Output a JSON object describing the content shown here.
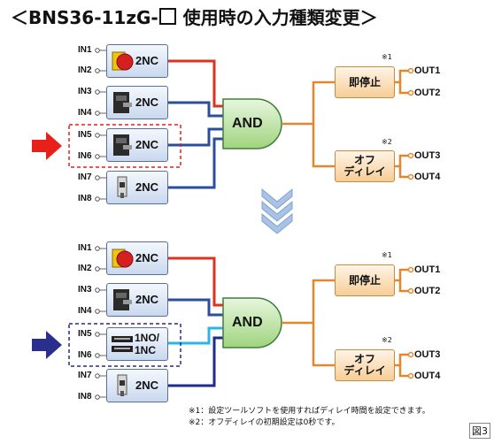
{
  "title": {
    "prefix": "＜BNS36-11zG-",
    "suffix": " 使用時の入力種類変更＞"
  },
  "top": {
    "inputs": [
      {
        "a": "IN1",
        "b": "IN2",
        "module": "2NC",
        "device": "estop-button"
      },
      {
        "a": "IN3",
        "b": "IN4",
        "module": "2NC",
        "device": "interlock-switch"
      },
      {
        "a": "IN5",
        "b": "IN6",
        "module": "2NC",
        "device": "interlock-switch"
      },
      {
        "a": "IN7",
        "b": "IN8",
        "module": "2NC",
        "device": "key-switch"
      }
    ],
    "and": "AND",
    "outputs": [
      {
        "label": "即停止",
        "note": "※1",
        "out_a": "OUT1",
        "out_b": "OUT2"
      },
      {
        "label_line1": "オフ",
        "label_line2": "ディレイ",
        "note": "※2",
        "out_a": "OUT3",
        "out_b": "OUT4"
      }
    ]
  },
  "bottom": {
    "inputs": [
      {
        "a": "IN1",
        "b": "IN2",
        "module": "2NC",
        "device": "estop-button"
      },
      {
        "a": "IN3",
        "b": "IN4",
        "module": "2NC",
        "device": "interlock-switch"
      },
      {
        "a": "IN5",
        "b": "IN6",
        "module_line1": "1NO/",
        "module_line2": "1NC",
        "device": "light-curtain"
      },
      {
        "a": "IN7",
        "b": "IN8",
        "module": "2NC",
        "device": "key-switch"
      }
    ],
    "and": "AND",
    "outputs": [
      {
        "label": "即停止",
        "note": "※1",
        "out_a": "OUT1",
        "out_b": "OUT2"
      },
      {
        "label_line1": "オフ",
        "label_line2": "ディレイ",
        "note": "※2",
        "out_a": "OUT3",
        "out_b": "OUT4"
      }
    ]
  },
  "footnotes": [
    "※1：設定ツールソフトを使用すればディレイ時間を設定できます。",
    "※2：オフディレイの初期設定は0秒です。"
  ],
  "figure_label": "図3",
  "colors": {
    "red_wire": "#e0301e",
    "blue_wire": "#2b4f9e",
    "light_blue_wire": "#2bb4e8",
    "navy_wire": "#1f2a8c",
    "orange_wire": "#e3872d",
    "highlight_red": "#e02020",
    "highlight_navy": "#2a2a8a"
  }
}
